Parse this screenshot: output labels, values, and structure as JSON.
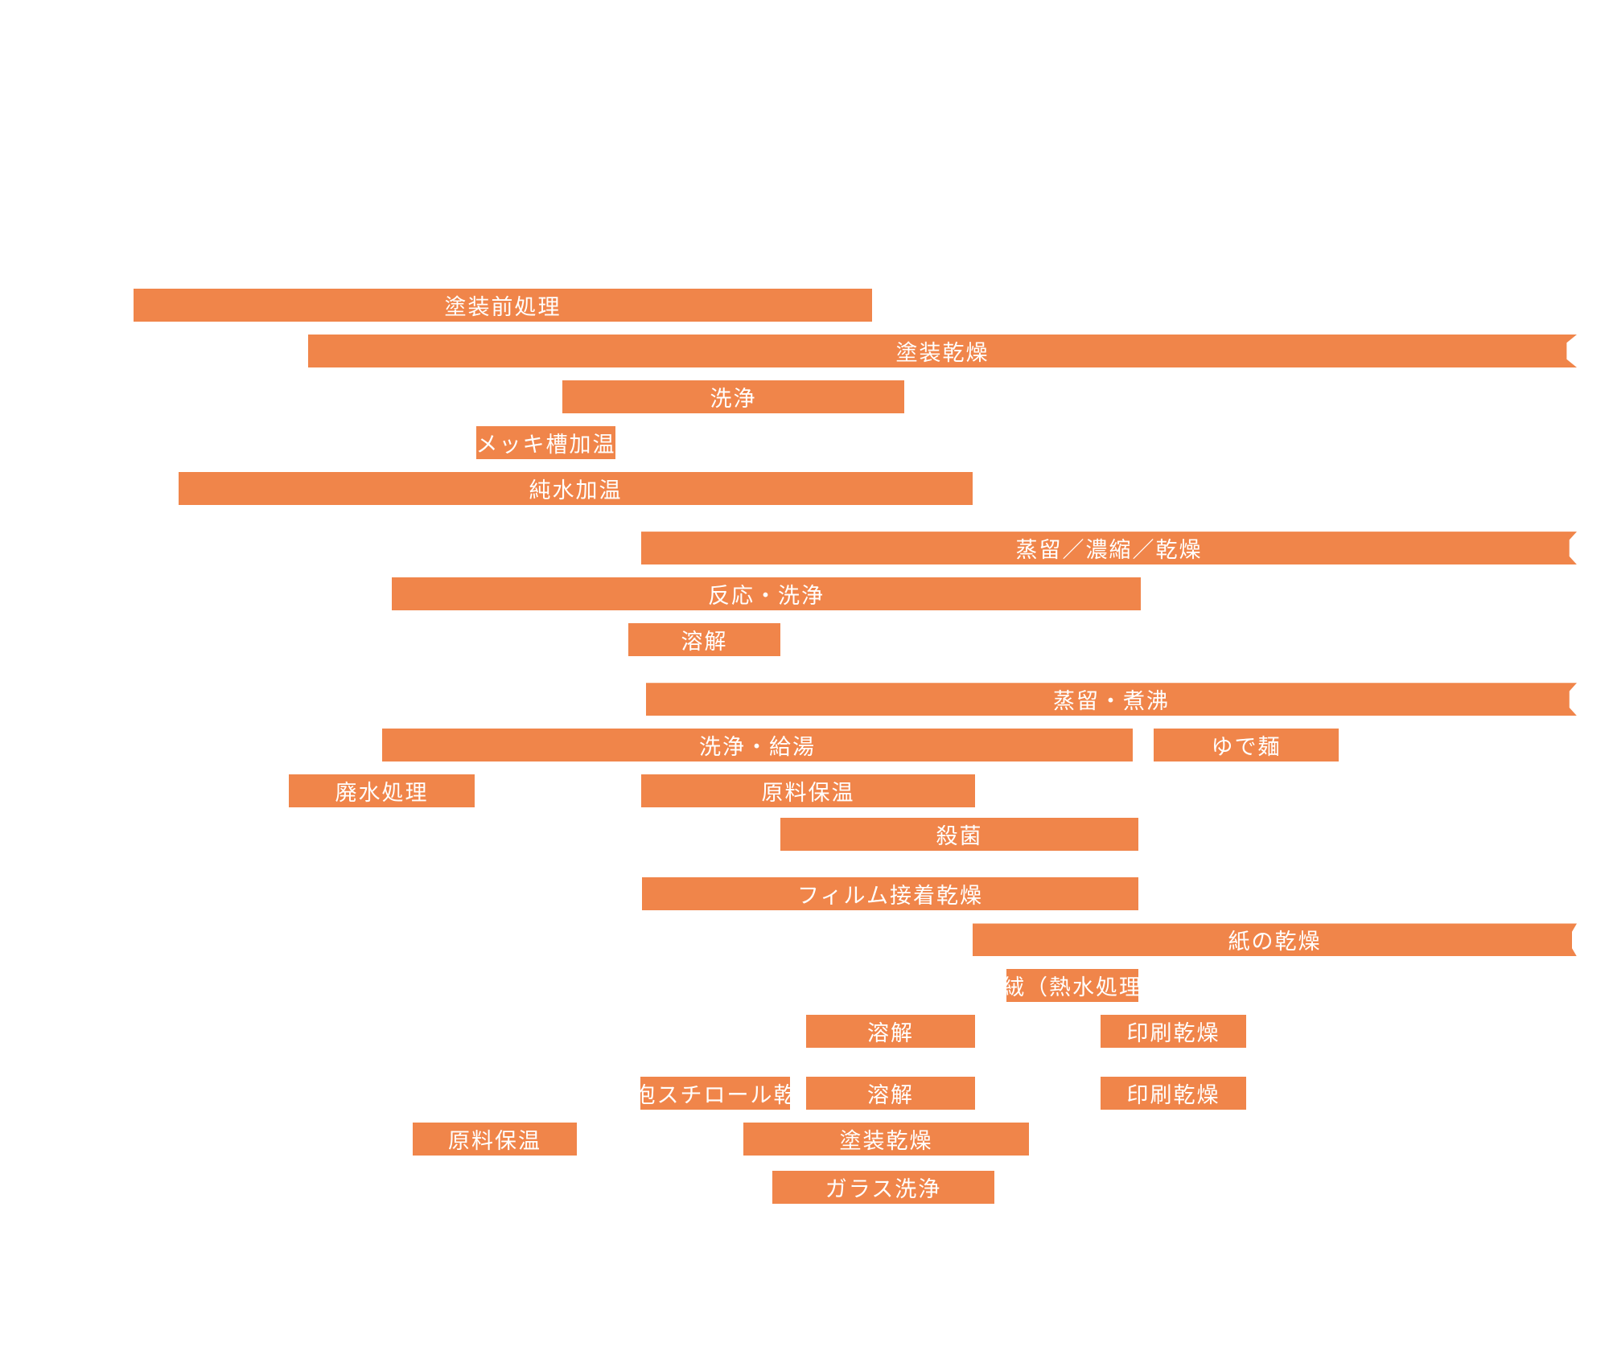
{
  "chart_data": {
    "type": "bar",
    "orientation": "horizontal-range",
    "title": "",
    "xlabel": "",
    "ylabel": "",
    "xlim": [
      0,
      2000
    ],
    "bar_color": "#f0854a",
    "text_color": "#ffffff",
    "bars": [
      {
        "label": "塗装前処理",
        "start": 166,
        "end": 1084,
        "row": 0,
        "continues": false
      },
      {
        "label": "塗装乾燥",
        "start": 383,
        "end": 1960,
        "row": 1,
        "continues": true
      },
      {
        "label": "洗浄",
        "start": 699,
        "end": 1124,
        "row": 2,
        "continues": false
      },
      {
        "label": "メッキ槽加温",
        "start": 592,
        "end": 765,
        "row": 3,
        "continues": false
      },
      {
        "label": "純水加温",
        "start": 222,
        "end": 1209,
        "row": 4,
        "continues": false
      },
      {
        "label": "蒸留／濃縮／乾燥",
        "start": 797,
        "end": 1960,
        "row": 5.3,
        "continues": true
      },
      {
        "label": "反応・洗浄",
        "start": 487,
        "end": 1418,
        "row": 6.3,
        "continues": false
      },
      {
        "label": "溶解",
        "start": 781,
        "end": 970,
        "row": 7.3,
        "continues": false
      },
      {
        "label": "蒸留・煮沸",
        "start": 803,
        "end": 1960,
        "row": 8.6,
        "continues": true
      },
      {
        "label": "洗浄・給湯",
        "start": 475,
        "end": 1408,
        "row": 9.6,
        "continues": false
      },
      {
        "label": "ゆで麺",
        "start": 1434,
        "end": 1664,
        "row": 9.6,
        "continues": false
      },
      {
        "label": "廃水処理",
        "start": 359,
        "end": 590,
        "row": 10.6,
        "continues": false
      },
      {
        "label": "原料保温",
        "start": 797,
        "end": 1212,
        "row": 10.6,
        "continues": false
      },
      {
        "label": "殺菌",
        "start": 970,
        "end": 1415,
        "row": 11.55,
        "continues": false
      },
      {
        "label": "フィルム接着乾燥",
        "start": 798,
        "end": 1415,
        "row": 12.85,
        "continues": false
      },
      {
        "label": "紙の乾燥",
        "start": 1209,
        "end": 1960,
        "row": 13.85,
        "continues": true
      },
      {
        "label": "煮絨（熱水処理）",
        "start": 1251,
        "end": 1415,
        "row": 14.85,
        "continues": false
      },
      {
        "label": "溶解",
        "start": 1002,
        "end": 1212,
        "row": 15.85,
        "continues": false
      },
      {
        "label": "印刷乾燥",
        "start": 1368,
        "end": 1549,
        "row": 15.85,
        "continues": false
      },
      {
        "label": "発泡スチロール乾燥",
        "start": 796,
        "end": 982,
        "row": 17.2,
        "continues": false
      },
      {
        "label": "溶解",
        "start": 1002,
        "end": 1212,
        "row": 17.2,
        "continues": false
      },
      {
        "label": "印刷乾燥",
        "start": 1368,
        "end": 1549,
        "row": 17.2,
        "continues": false
      },
      {
        "label": "原料保温",
        "start": 513,
        "end": 717,
        "row": 18.2,
        "continues": false
      },
      {
        "label": "塗装乾燥",
        "start": 924,
        "end": 1279,
        "row": 18.2,
        "continues": false
      },
      {
        "label": "ガラス洗浄",
        "start": 960,
        "end": 1236,
        "row": 19.25,
        "continues": false
      }
    ]
  }
}
